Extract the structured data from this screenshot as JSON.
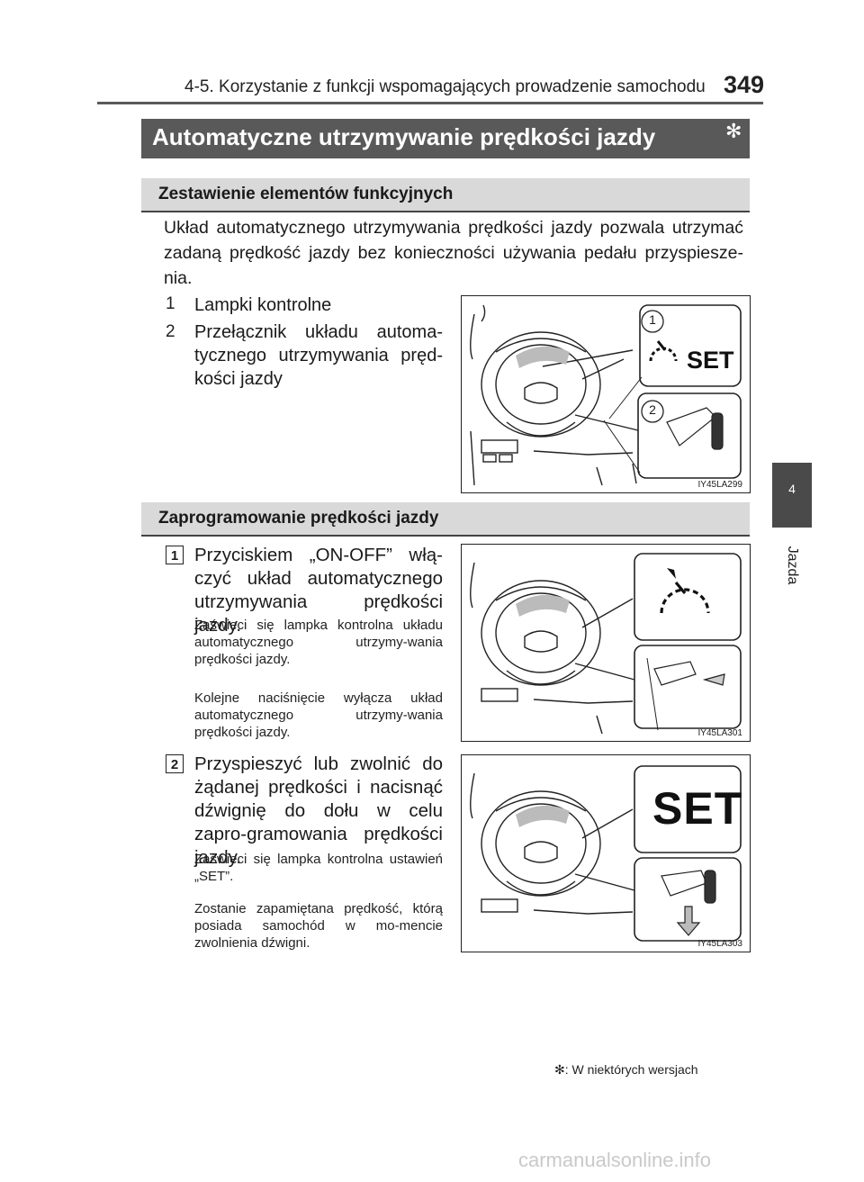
{
  "header": {
    "section_title": "4-5. Korzystanie z funkcji wspomagających prowadzenie samochodu",
    "page_number": "349"
  },
  "side_tab": {
    "number": "4",
    "label": "Jazda"
  },
  "title": {
    "text": "Automatyczne utrzymywanie prędkości jazdy",
    "mark": "✻"
  },
  "section1": {
    "heading": "Zestawienie elementów funkcyjnych",
    "intro": "Układ automatycznego utrzymywania prędkości jazdy pozwala utrzymać zadaną prędkość jazdy bez konieczności używania pedału przyspiesze-nia.",
    "items": [
      {
        "num": "1",
        "text": "Lampki kontrolne"
      },
      {
        "num": "2",
        "text": "Przełącznik układu automa-tycznego utrzymywania pręd-kości jazdy"
      }
    ],
    "figure": {
      "code": "IY45LA299",
      "callout1": "1",
      "callout2": "2",
      "set_text": "SET"
    }
  },
  "section2": {
    "heading": "Zaprogramowanie prędkości jazdy",
    "steps": [
      {
        "num": "1",
        "text": "Przyciskiem „ON-OFF” włą-czyć układ automatycznego utrzymywania prędkości jazdy.",
        "notes": [
          "Zaświeci się lampka kontrolna układu automatycznego utrzymy-wania prędkości jazdy.",
          "Kolejne naciśnięcie wyłącza układ automatycznego utrzymy-wania prędkości jazdy."
        ],
        "figure": {
          "code": "IY45LA301"
        }
      },
      {
        "num": "2",
        "text": "Przyspieszyć lub zwolnić do żądanej prędkości i nacisnąć dźwignię do dołu w celu zapro-gramowania prędkości jazdy.",
        "notes": [
          "Zaświeci się lampka kontrolna ustawień „SET”.",
          "Zostanie zapamiętana prędkość, którą posiada samochód w mo-mencie zwolnienia dźwigni."
        ],
        "figure": {
          "code": "IY45LA303",
          "set_text": "SET"
        }
      }
    ]
  },
  "footnote": {
    "mark": "✻",
    "text": ": W niektórych wersjach"
  },
  "watermark": "carmanualsonline.info"
}
